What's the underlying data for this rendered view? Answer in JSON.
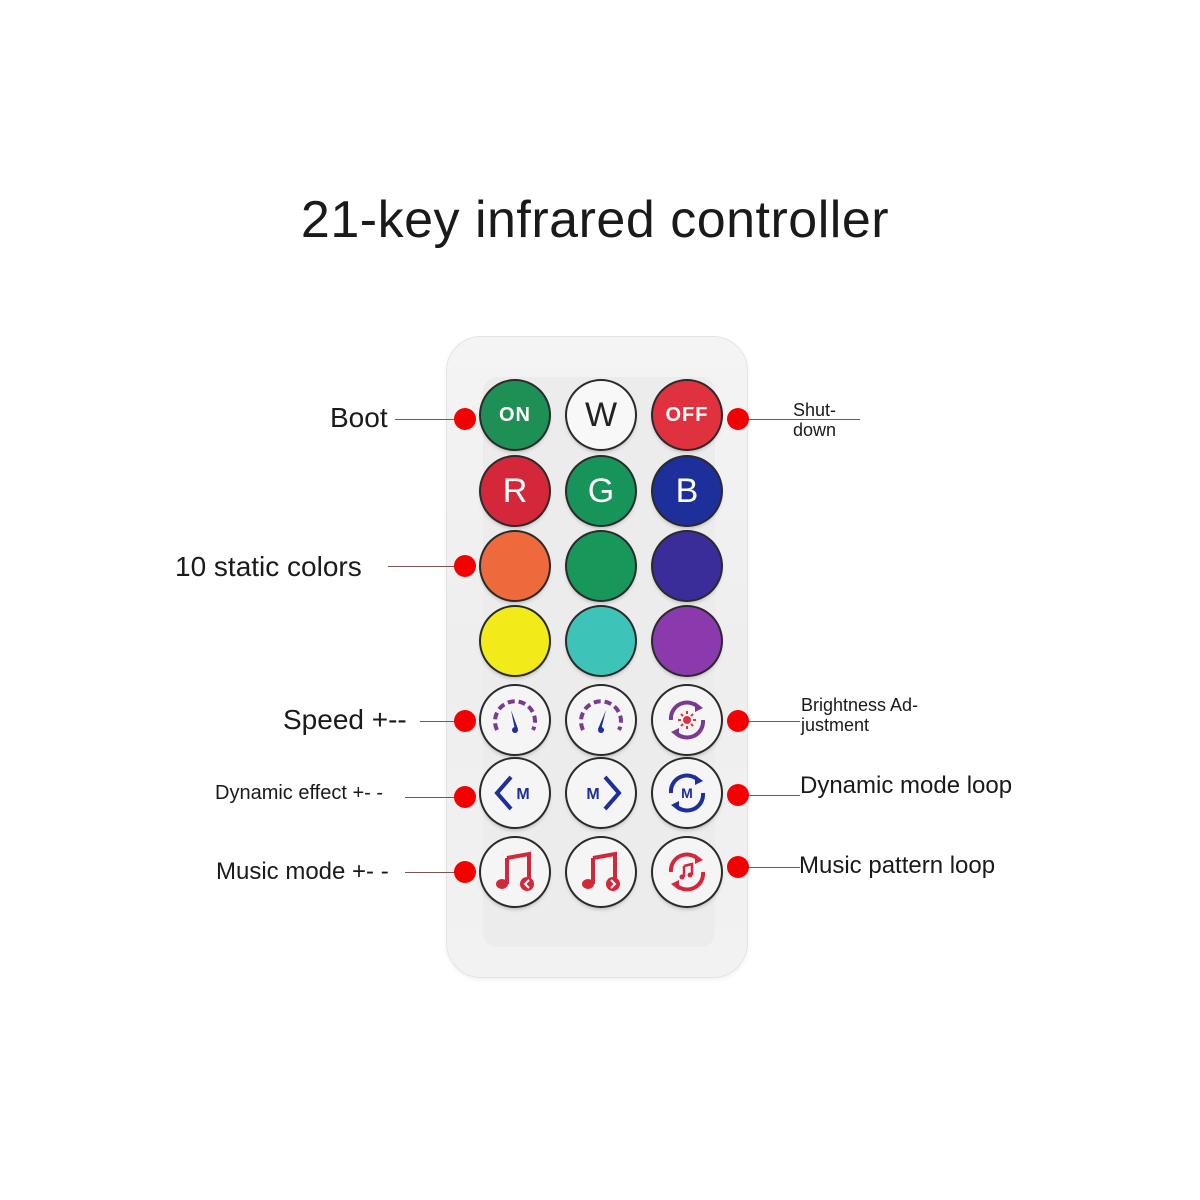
{
  "title": "21-key infrared controller",
  "annotations": {
    "boot": "Boot",
    "shutdown_line1": "Shut-",
    "shutdown_line2": "down",
    "static_colors": "10 static colors",
    "speed": "Speed +--",
    "brightness_line1": "Brightness Ad-",
    "brightness_line2": "justment",
    "dynamic_effect": "Dynamic effect +- -",
    "dynamic_mode_loop": "Dynamic mode loop",
    "music_mode": "Music mode +- -",
    "music_pattern_loop": "Music pattern loop"
  },
  "keys": {
    "on": "ON",
    "w": "W",
    "off": "OFF",
    "r": "R",
    "g": "G",
    "b": "B",
    "mode_letter": "M"
  },
  "colors": {
    "on": "#1e8f55",
    "off": "#e0313f",
    "r": "#d4283a",
    "g": "#17945a",
    "b": "#1d2f9a",
    "orange": "#ee6a3c",
    "green": "#17985a",
    "indigo": "#3a2d9a",
    "yellow": "#f3ea1a",
    "teal": "#3ec3b9",
    "purple": "#8b3aad",
    "marker": "#f40000"
  },
  "icons": {
    "speed_down": "speedometer-slow-icon",
    "speed_up": "speedometer-fast-icon",
    "brightness": "brightness-cycle-icon",
    "effect_prev": "mode-prev-icon",
    "effect_next": "mode-next-icon",
    "mode_loop": "mode-loop-icon",
    "music_prev": "music-prev-icon",
    "music_next": "music-next-icon",
    "music_loop": "music-loop-icon"
  }
}
